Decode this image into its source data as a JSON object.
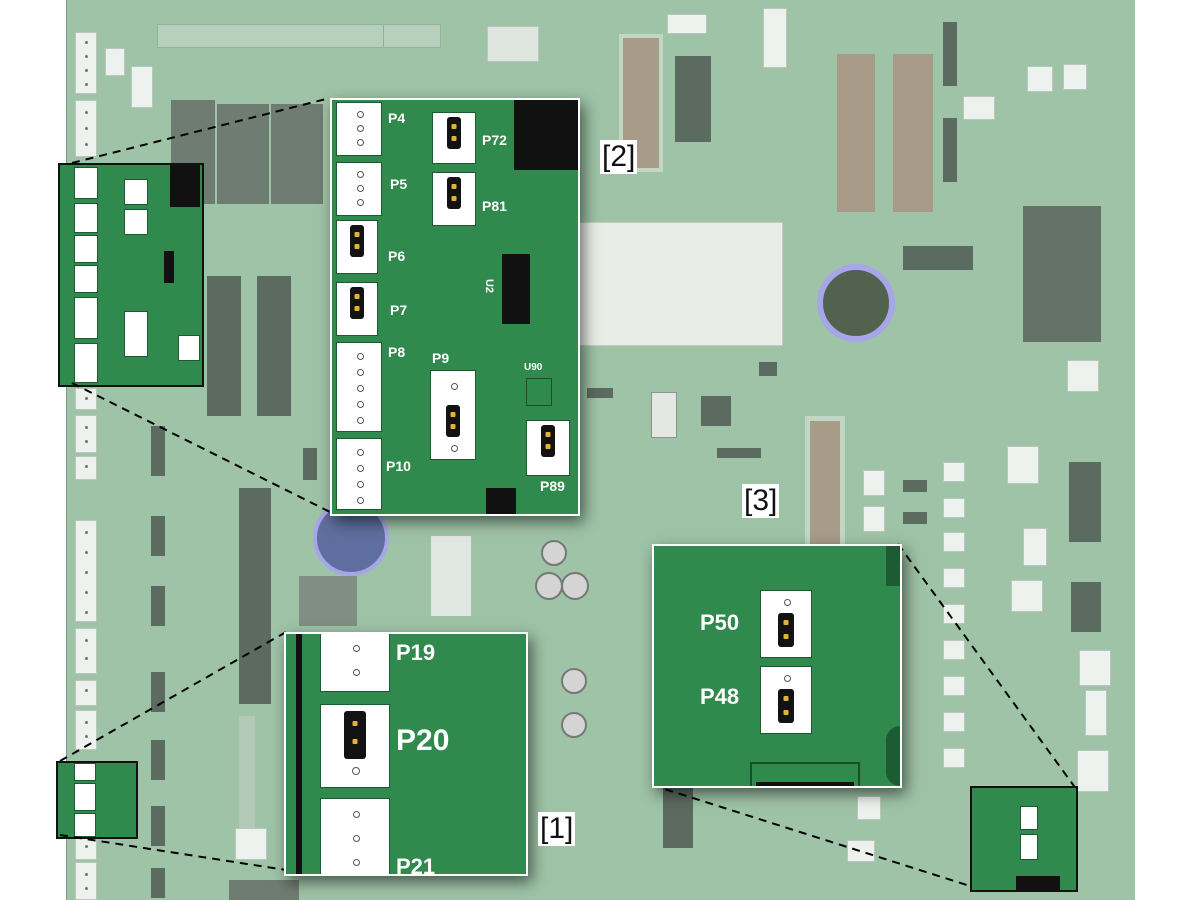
{
  "callouts": {
    "one": "[1]",
    "two": "[2]",
    "three": "[3]"
  },
  "panel2": {
    "labels": {
      "p4": "P4",
      "p5": "P5",
      "p6": "P6",
      "p7": "P7",
      "p8": "P8",
      "p9": "P9",
      "p10": "P10",
      "p72": "P72",
      "p81": "P81",
      "u2": "U2",
      "u90": "U90",
      "p89": "P89"
    }
  },
  "panel1": {
    "labels": {
      "p19": "P19",
      "p20": "P20",
      "p21": "P21"
    }
  },
  "panel3": {
    "labels": {
      "p50": "P50",
      "p48": "P48"
    }
  },
  "colors": {
    "board": "#9ec3a6",
    "panel_green": "#308a4d",
    "connector_white": "#ffffff",
    "jumper_black": "#121212",
    "pin_gold": "#e3b23c",
    "capacitor_blue": "#a6a6e8"
  }
}
